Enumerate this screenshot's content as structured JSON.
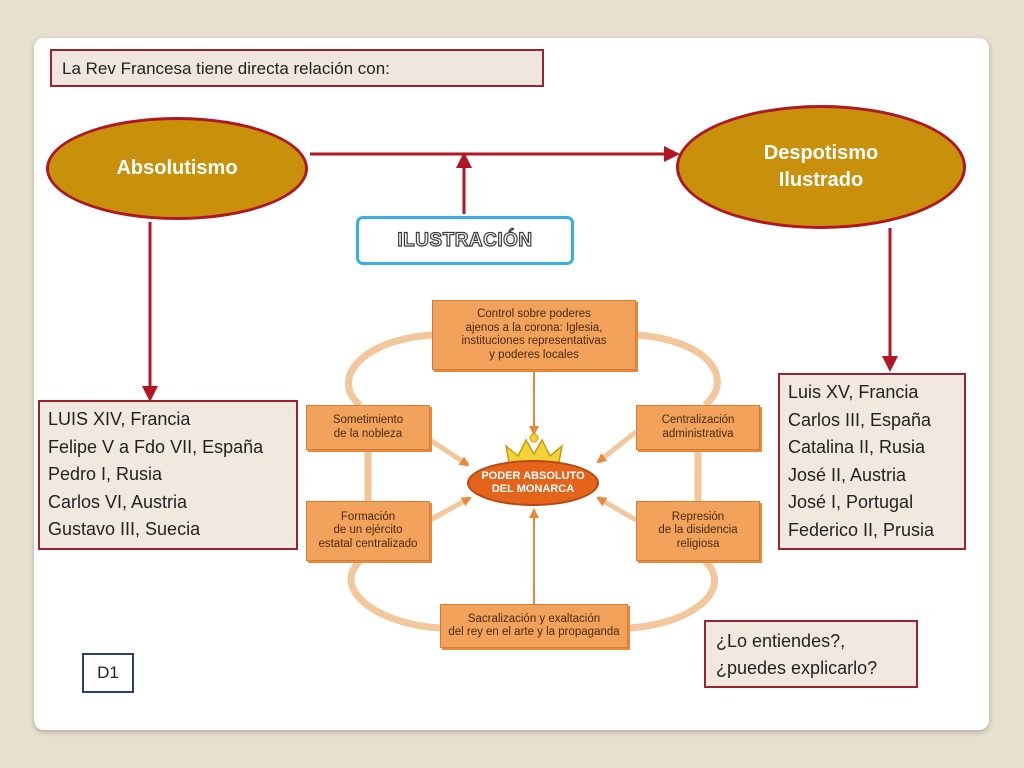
{
  "title": "La Rev Francesa tiene directa relación con:",
  "absolutismo": "Absolutismo",
  "despotismo": {
    "line1": "Despotismo",
    "line2": "Ilustrado"
  },
  "ilustracion": "ILUSTRACIÓN",
  "left_list": [
    "LUIS XIV, Francia",
    "Felipe V a Fdo VII, España",
    "Pedro I, Rusia",
    "Carlos VI, Austria",
    "Gustavo III, Suecia"
  ],
  "right_list": [
    "Luis XV, Francia",
    "Carlos III, España",
    "Catalina II, Rusia",
    "José II, Austria",
    "José I, Portugal",
    "Federico II, Prusia"
  ],
  "diagram": {
    "center": {
      "line1": "PODER ABSOLUTO",
      "line2": "DEL MONARCA"
    },
    "top": [
      "Control sobre poderes",
      "ajenos a la corona: Iglesia,",
      "instituciones representativas",
      "y poderes locales"
    ],
    "left_top": [
      "Sometimiento",
      "de la nobleza"
    ],
    "right_top": [
      "Centralización",
      "administrativa"
    ],
    "left_bottom": [
      "Formación",
      "de un ejército",
      "estatal centralizado"
    ],
    "right_bottom": [
      "Represión",
      "de la disidencia",
      "religiosa"
    ],
    "bottom": [
      "Sacralización y exaltación",
      "del rey en el arte y la propaganda"
    ]
  },
  "question": {
    "line1": "¿Lo entiendes?,",
    "line2": "¿puedes explicarlo?"
  },
  "slide_label": "D1",
  "colors": {
    "ellipse_fill": "#c8900b",
    "ellipse_border": "#b01722",
    "arrow": "#b01722",
    "ilustracion_border": "#35aee3",
    "orange": "#f2a25a"
  }
}
